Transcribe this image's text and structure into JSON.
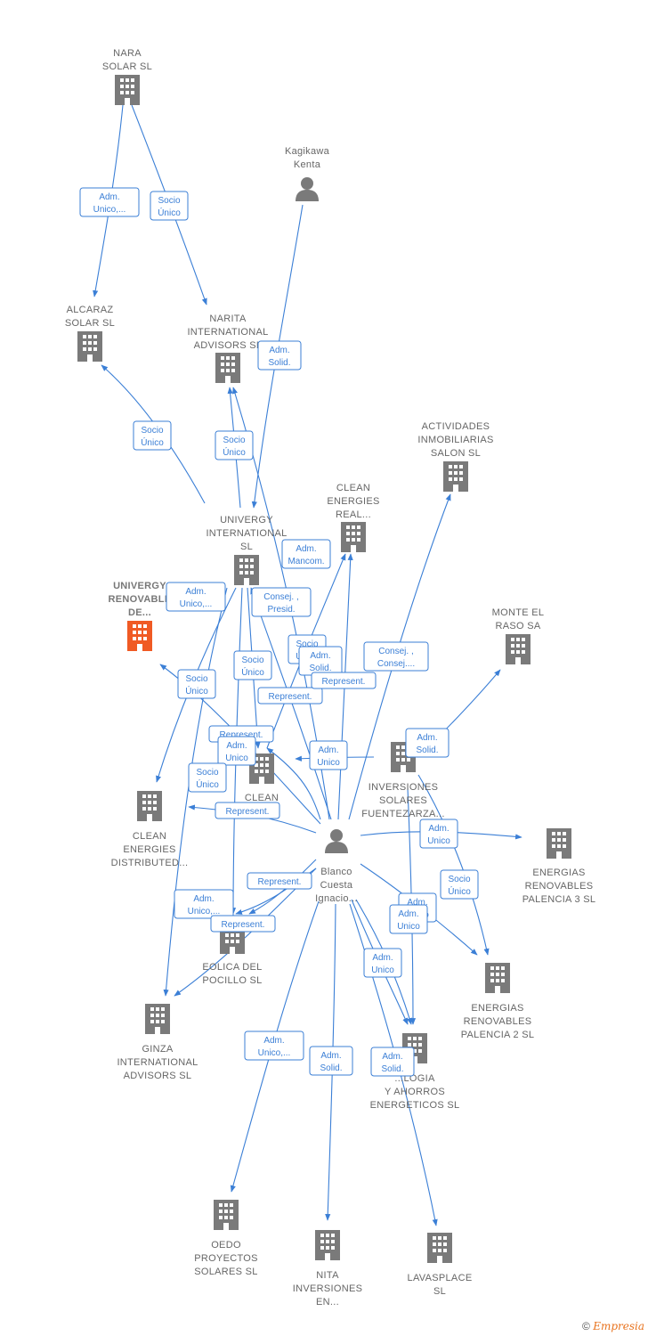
{
  "colors": {
    "edge": "#3b7fd6",
    "building": "#7a7a7a",
    "focus_building": "#f05a24",
    "label": "#666666"
  },
  "nodes": [
    {
      "id": "nara",
      "type": "company",
      "lines": [
        "NARA",
        "SOLAR  SL"
      ]
    },
    {
      "id": "kagikawa",
      "type": "person",
      "lines": [
        "Kagikawa",
        "Kenta"
      ]
    },
    {
      "id": "alcaraz",
      "type": "company",
      "lines": [
        "ALCARAZ",
        "SOLAR SL"
      ]
    },
    {
      "id": "narita",
      "type": "company",
      "lines": [
        "NARITA",
        "INTERNATIONAL",
        "ADVISORS  SL"
      ]
    },
    {
      "id": "actividades",
      "type": "company",
      "lines": [
        "ACTIVIDADES",
        "INMOBILIARIAS",
        "SALON SL"
      ]
    },
    {
      "id": "cleanreal",
      "type": "company",
      "lines": [
        "CLEAN",
        "ENERGIES",
        "REAL..."
      ]
    },
    {
      "id": "univergyintl",
      "type": "company",
      "lines": [
        "UNIVERGY",
        "INTERNATIONAL",
        "SL"
      ]
    },
    {
      "id": "univergyrenov",
      "type": "company",
      "focus": true,
      "lines": [
        "UNIVERGY",
        "RENOVABLE",
        "DE..."
      ]
    },
    {
      "id": "monte",
      "type": "company",
      "lines": [
        "MONTE EL",
        "RASO SA"
      ]
    },
    {
      "id": "clean2",
      "type": "company",
      "lines": [
        "CLEAN",
        "SL"
      ]
    },
    {
      "id": "cleandist",
      "type": "company",
      "lines": [
        "CLEAN",
        "ENERGIES",
        "DISTRIBUTED..."
      ]
    },
    {
      "id": "inversiones",
      "type": "company",
      "lines": [
        "INVERSIONES",
        "SOLARES",
        "FUENTEZARZA..."
      ]
    },
    {
      "id": "energias3",
      "type": "company",
      "lines": [
        "ENERGIAS",
        "RENOVABLES",
        "PALENCIA 3 SL"
      ]
    },
    {
      "id": "blanco",
      "type": "person",
      "lines": [
        "Blanco",
        "Cuesta",
        "Ignacio..."
      ]
    },
    {
      "id": "eolica",
      "type": "company",
      "lines": [
        "EOLICA DEL",
        "POCILLO SL"
      ]
    },
    {
      "id": "energias2",
      "type": "company",
      "lines": [
        "ENERGIAS",
        "RENOVABLES",
        "PALENCIA 2 SL"
      ]
    },
    {
      "id": "ginza",
      "type": "company",
      "lines": [
        "GINZA",
        "INTERNATIONAL",
        "ADVISORS  SL"
      ]
    },
    {
      "id": "tecnologia",
      "type": "company",
      "lines": [
        "...LOGIA",
        "Y AHORROS",
        "ENERGETICOS SL"
      ]
    },
    {
      "id": "oedo",
      "type": "company",
      "lines": [
        "OEDO",
        "PROYECTOS",
        "SOLARES  SL"
      ]
    },
    {
      "id": "nita",
      "type": "company",
      "lines": [
        "NITA",
        "INVERSIONES",
        "EN..."
      ]
    },
    {
      "id": "lavasplace",
      "type": "company",
      "lines": [
        "LAVASPLACE",
        "SL"
      ]
    }
  ],
  "edge_labels": [
    {
      "lines": [
        "Adm.",
        "Unico,..."
      ]
    },
    {
      "lines": [
        "Socio",
        "Único"
      ]
    },
    {
      "lines": [
        "Adm.",
        "Solid."
      ]
    },
    {
      "lines": [
        "Socio",
        "Único"
      ]
    },
    {
      "lines": [
        "Socio",
        "Único"
      ]
    },
    {
      "lines": [
        "Adm.",
        "Mancom."
      ]
    },
    {
      "lines": [
        "Adm.",
        "Unico,..."
      ]
    },
    {
      "lines": [
        "Consej. ,",
        "Presid."
      ]
    },
    {
      "lines": [
        "Socio",
        "Único"
      ]
    },
    {
      "lines": [
        "Adm.",
        "Solid."
      ]
    },
    {
      "lines": [
        "Consej. ,",
        "Consej...."
      ]
    },
    {
      "lines": [
        "Socio",
        "Único"
      ]
    },
    {
      "lines": [
        "Socio",
        "Único"
      ]
    },
    {
      "lines": [
        "Represent."
      ]
    },
    {
      "lines": [
        "Represent."
      ]
    },
    {
      "lines": [
        "Represent."
      ]
    },
    {
      "lines": [
        "Adm.",
        "Unico"
      ]
    },
    {
      "lines": [
        "Adm.",
        "Unico"
      ]
    },
    {
      "lines": [
        "Adm.",
        "Solid."
      ]
    },
    {
      "lines": [
        "Socio",
        "Único"
      ]
    },
    {
      "lines": [
        "Represent."
      ]
    },
    {
      "lines": [
        "Adm.",
        "Unico"
      ]
    },
    {
      "lines": [
        "Represent."
      ]
    },
    {
      "lines": [
        "Socio",
        "Único"
      ]
    },
    {
      "lines": [
        "Adm.",
        "Unico,..."
      ]
    },
    {
      "lines": [
        "Represent."
      ]
    },
    {
      "lines": [
        "Adm.",
        "Unico"
      ]
    },
    {
      "lines": [
        "Adm.",
        "Unico"
      ]
    },
    {
      "lines": [
        "Adm.",
        "Unico"
      ]
    },
    {
      "lines": [
        "Adm.",
        "Unico,..."
      ]
    },
    {
      "lines": [
        "Adm.",
        "Solid."
      ]
    },
    {
      "lines": [
        "Adm.",
        "Solid."
      ]
    }
  ],
  "footer": {
    "copyright": "©",
    "brand": "Empresia"
  }
}
